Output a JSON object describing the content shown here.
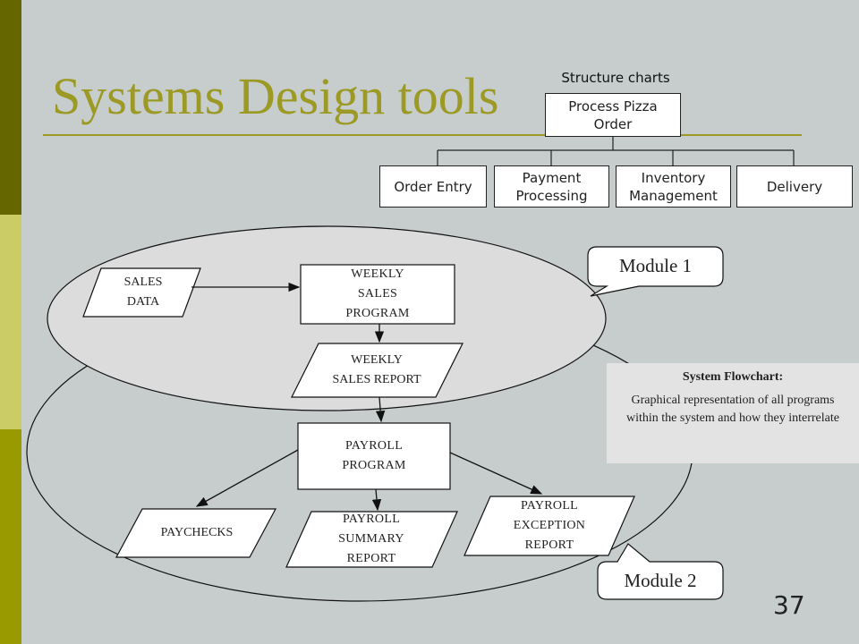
{
  "slide": {
    "title": "Systems Design tools",
    "page_number": "37",
    "colors": {
      "background": "#C6CDCC",
      "sidebar_dark": "#666600",
      "sidebar_light": "#CCCC66",
      "sidebar_mid": "#999900",
      "title": "#9C9A25"
    }
  },
  "structure_chart": {
    "caption": "Structure charts",
    "root": "Process Pizza\nOrder",
    "children": [
      "Order Entry",
      "Payment\nProcessing",
      "Inventory\nManagement",
      "Delivery"
    ]
  },
  "flowchart": {
    "sales_data": "SALES\nDATA",
    "weekly_sales_program": "WEEKLY\nSALES\nPROGRAM",
    "weekly_sales_report": "WEEKLY\nSALES REPORT",
    "payroll_program": "PAYROLL\nPROGRAM",
    "paychecks": "PAYCHECKS",
    "payroll_summary_report": "PAYROLL\nSUMMARY\nREPORT",
    "payroll_exception_report": "PAYROLL\nEXCEPTION\nREPORT",
    "module1_label": "Module 1",
    "module2_label": "Module 2"
  },
  "definition": {
    "heading": "System Flowchart:",
    "text": "Graphical representation of all programs within the system and how they interrelate"
  }
}
